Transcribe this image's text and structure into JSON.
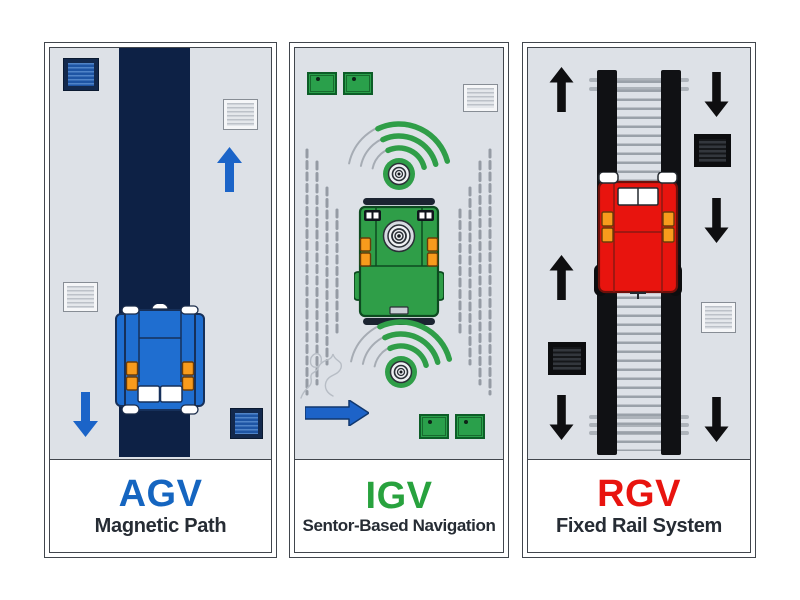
{
  "shared": {
    "page_bg": "#ffffff",
    "scene_bg": "#dde1e7",
    "panel_border": "#41464d",
    "subtitle_color": "#262c34",
    "signal_orange": "#f89b1c"
  },
  "panels": [
    {
      "abbr": "AGV",
      "subtitle": "Magnetic Path",
      "abbr_color": "#1565c0",
      "vehicle_color": "#1f6ed0",
      "guide_path_color": "#0d2145",
      "arrow_color": "#1b64c8",
      "direction_arrows": [
        "up",
        "down"
      ]
    },
    {
      "abbr": "IGV",
      "subtitle": "Sentor-Based Navigation",
      "abbr_color": "#28a23e",
      "vehicle_color": "#2f9e48",
      "arrow_color": "#1d63c8",
      "direction_arrows": [
        "right"
      ]
    },
    {
      "abbr": "RGV",
      "subtitle": "Fixed Rail System",
      "abbr_color": "#e8140f",
      "vehicle_color": "#e8140e",
      "rail_color": "#101114",
      "arrow_color": "#0e0e10",
      "direction_arrows": [
        "up",
        "up",
        "down",
        "down",
        "down",
        "down"
      ]
    }
  ]
}
